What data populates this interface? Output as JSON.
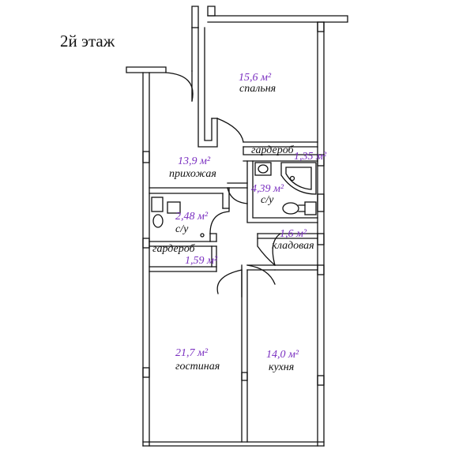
{
  "floor_title": "2й этаж",
  "colors": {
    "wall": "#111111",
    "area_text": "#7a2fc0",
    "name_text": "#111111"
  },
  "rooms": [
    {
      "id": "bedroom",
      "area": "15,6 м²",
      "name": "спальня"
    },
    {
      "id": "wardrobe_top",
      "area": "1,35 м²",
      "name": "гардероб"
    },
    {
      "id": "hallway",
      "area": "13,9 м²",
      "name": "прихожая"
    },
    {
      "id": "bathroom_main",
      "area": "4,39 м²",
      "name": "с/у"
    },
    {
      "id": "wc_small",
      "area": "2,48 м²",
      "name": "с/у"
    },
    {
      "id": "storage",
      "area": "1,6 м²",
      "name": "кладовая"
    },
    {
      "id": "wardrobe_left",
      "area": "1,59 м²",
      "name": "гардероб"
    },
    {
      "id": "living",
      "area": "21,7 м²",
      "name": "гостиная"
    },
    {
      "id": "kitchen",
      "area": "14,0 м²",
      "name": "кухня"
    }
  ]
}
